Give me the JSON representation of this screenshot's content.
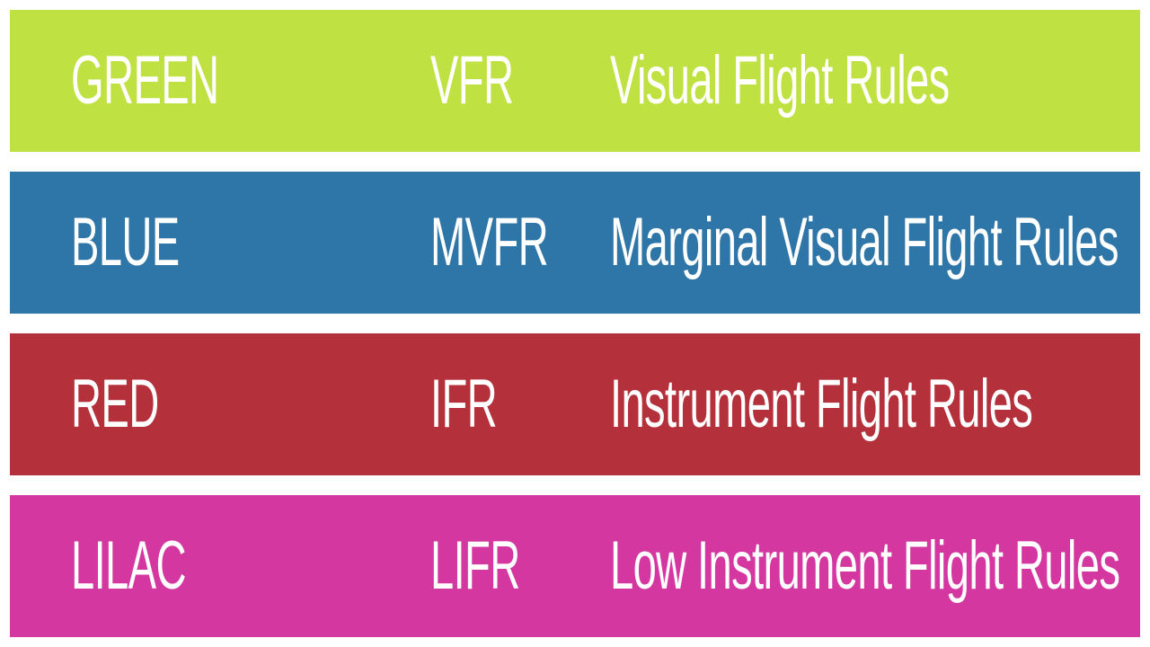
{
  "rows": [
    {
      "color_name": "GREEN",
      "abbreviation": "VFR",
      "meaning": "Visual Flight Rules",
      "background": "#bfe141"
    },
    {
      "color_name": "BLUE",
      "abbreviation": "MVFR",
      "meaning": "Marginal Visual Flight Rules",
      "background": "#2e75a8"
    },
    {
      "color_name": "RED",
      "abbreviation": "IFR",
      "meaning": "Instrument Flight Rules",
      "background": "#b4303a"
    },
    {
      "color_name": "LILAC",
      "abbreviation": "LIFR",
      "meaning": "Low Instrument Flight Rules",
      "background": "#d4379f"
    }
  ]
}
